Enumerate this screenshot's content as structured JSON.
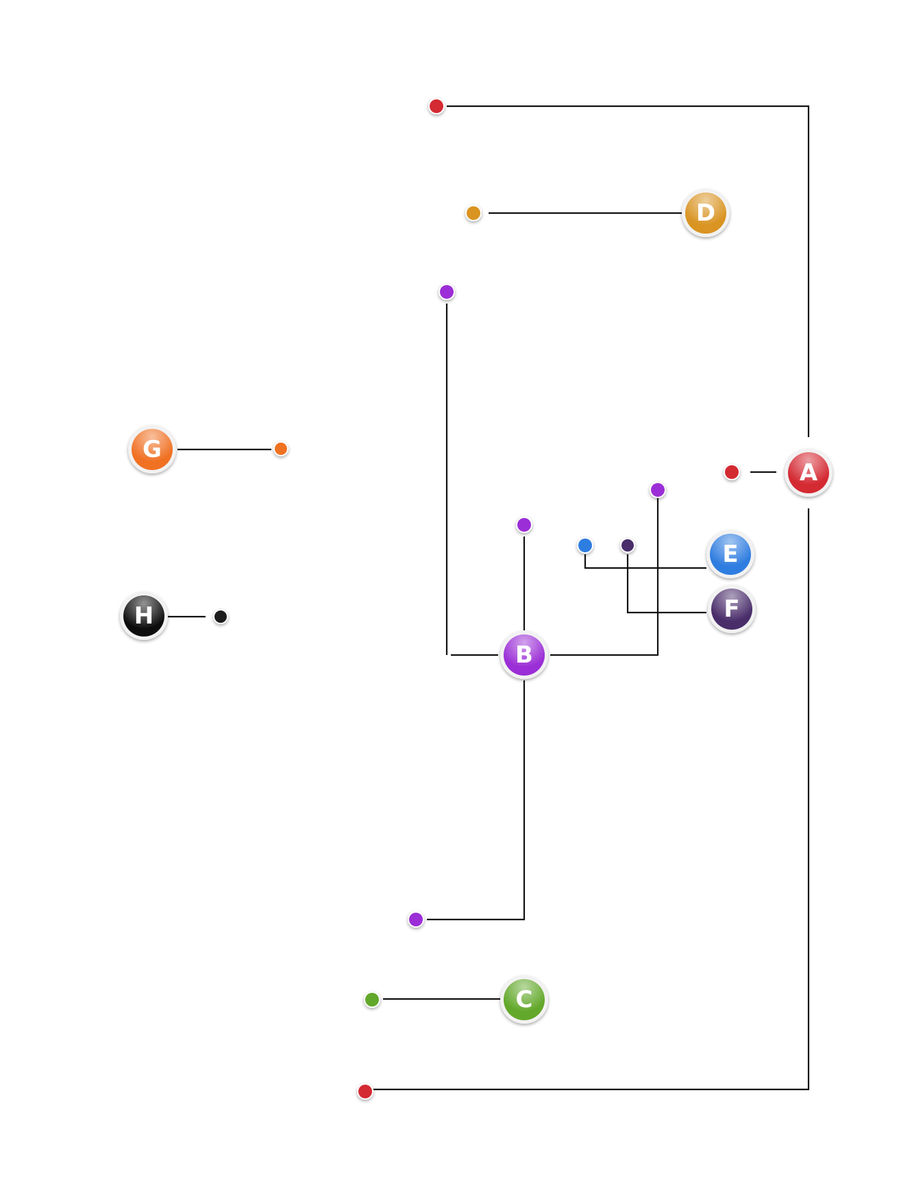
{
  "diagram": {
    "nodes": [
      {
        "id": "A",
        "label": "A",
        "color": "#d42a33"
      },
      {
        "id": "B",
        "label": "B",
        "color": "#9b2fd6"
      },
      {
        "id": "C",
        "label": "C",
        "color": "#62a82a"
      },
      {
        "id": "D",
        "label": "D",
        "color": "#d99423"
      },
      {
        "id": "E",
        "label": "E",
        "color": "#2f7de0"
      },
      {
        "id": "F",
        "label": "F",
        "color": "#4a2e6b"
      },
      {
        "id": "G",
        "label": "G",
        "color": "#f07124"
      },
      {
        "id": "H",
        "label": "H",
        "color": "#111111"
      }
    ]
  }
}
